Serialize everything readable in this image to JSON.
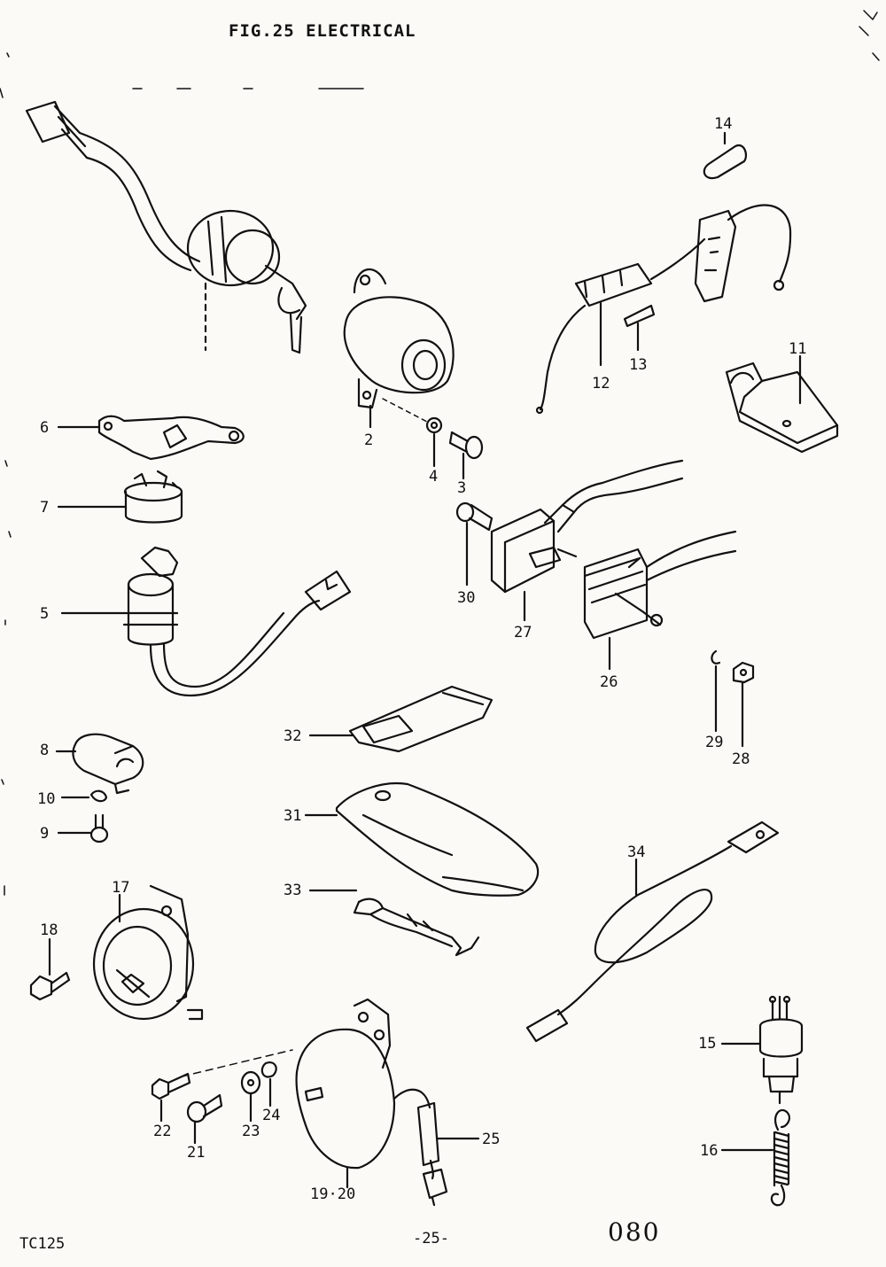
{
  "figure_title": "FIG.25  ELECTRICAL",
  "model": "TC125",
  "page_number": "-25-",
  "page_ref": "080",
  "labels": {
    "p2": "2",
    "p3": "3",
    "p4": "4",
    "p5": "5",
    "p6": "6",
    "p7": "7",
    "p8": "8",
    "p9": "9",
    "p10": "10",
    "p11": "11",
    "p12": "12",
    "p13": "13",
    "p14": "14",
    "p15": "15",
    "p16": "16",
    "p17": "17",
    "p18": "18",
    "p1920": "19·20",
    "p21": "21",
    "p22": "22",
    "p23": "23",
    "p24": "24",
    "p25": "25",
    "p26": "26",
    "p27": "27",
    "p28": "28",
    "p29": "29",
    "p30": "30",
    "p31": "31",
    "p32": "32",
    "p33": "33",
    "p34": "34"
  }
}
